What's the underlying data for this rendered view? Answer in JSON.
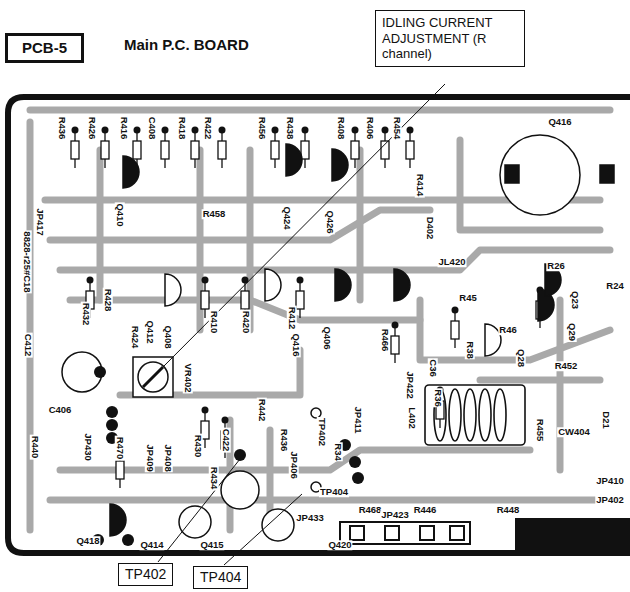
{
  "diagram": {
    "title": "Main P.C. BOARD",
    "nodes": [
      {
        "text": [
          "PCB-5"
        ]
      },
      {
        "text": [
          "IDLING CURRENT ADJUSTMENT (R channel)"
        ]
      },
      {
        "text": [
          "TP402"
        ]
      },
      {
        "text": [
          "TP404"
        ]
      }
    ],
    "labels": [
      "R436",
      "R426",
      "R416",
      "C408",
      "R418",
      "R422",
      "R456",
      "R438",
      "R408",
      "R406",
      "R454",
      "Q416",
      "Q410",
      "R458",
      "Q424",
      "Q426",
      "R414",
      "D402",
      "JL420",
      "R26",
      "R24",
      "R45",
      "Q23",
      "R46",
      "Q28",
      "Q29",
      "R452",
      "D21",
      "CW404",
      "JP410",
      "JP402",
      "8828-r25#C18",
      "JP417",
      "C412",
      "R432",
      "R428",
      "R424",
      "Q412",
      "Q408",
      "R410",
      "R420",
      "R412",
      "Q416",
      "Q406",
      "R466",
      "R38",
      "C36",
      "R36",
      "JP422",
      "VR402",
      "TP402",
      "R442",
      "R436",
      "JP406",
      "JP411",
      "R430",
      "R434",
      "C422",
      "TP404",
      "R34",
      "R468",
      "R446",
      "R448",
      "L402",
      "R455",
      "C406",
      "JP430",
      "R440",
      "R470",
      "JP409",
      "JP408",
      "JP433",
      "Q418",
      "Q414",
      "Q415",
      "JP423",
      "Q420"
    ]
  }
}
